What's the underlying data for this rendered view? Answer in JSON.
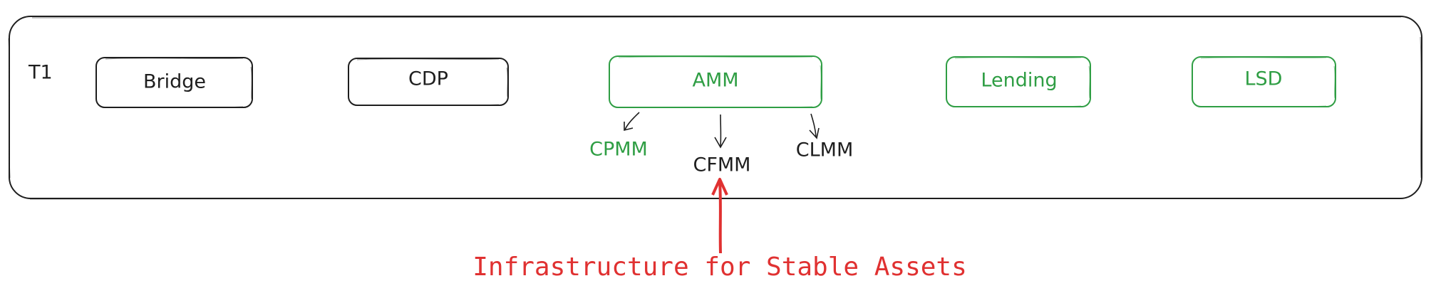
{
  "container": {
    "label": "T1"
  },
  "boxes": [
    {
      "key": "bridge",
      "label": "Bridge",
      "color": "#1e1e1e"
    },
    {
      "key": "cdp",
      "label": "CDP",
      "color": "#1e1e1e"
    },
    {
      "key": "amm",
      "label": "AMM",
      "color": "#2f9e44"
    },
    {
      "key": "lending",
      "label": "Lending",
      "color": "#2f9e44"
    },
    {
      "key": "lsd",
      "label": "LSD",
      "color": "#2f9e44"
    }
  ],
  "amm_children": [
    {
      "key": "cpmm",
      "label": "CPMM",
      "color": "#2f9e44"
    },
    {
      "key": "cfmm",
      "label": "CFMM",
      "color": "#1e1e1e"
    },
    {
      "key": "clmm",
      "label": "CLMM",
      "color": "#1e1e1e"
    }
  ],
  "annotation": {
    "text": "Infrastructure for Stable Assets",
    "color": "#e03131"
  },
  "colors": {
    "ink": "#1e1e1e",
    "green": "#2f9e44",
    "red": "#e03131",
    "background": "#ffffff"
  }
}
